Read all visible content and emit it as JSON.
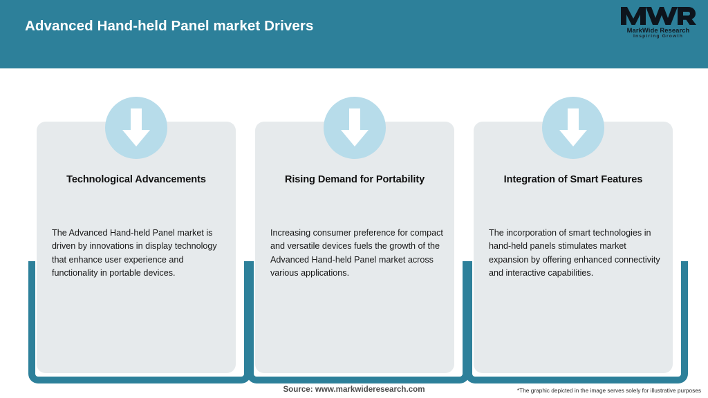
{
  "header": {
    "title": "Advanced Hand-held Panel market Drivers",
    "background_color": "#2d809a"
  },
  "logo": {
    "mark": "MWR",
    "name": "MarkWide Research",
    "tagline": "Inspiring Growth"
  },
  "cards": [
    {
      "icon": "down-arrow-icon",
      "title": "Technological Advancements",
      "body": "The Advanced Hand-held Panel market is driven by innovations in display technology that enhance user experience and functionality in portable devices."
    },
    {
      "icon": "down-arrow-icon",
      "title": "Rising Demand for Portability",
      "body": "Increasing consumer preference for compact and versatile devices fuels the growth of the Advanced Hand-held Panel market across various applications."
    },
    {
      "icon": "down-arrow-icon",
      "title": "Integration of Smart Features",
      "body": "The incorporation of smart technologies in hand-held panels stimulates market expansion by offering enhanced connectivity and interactive capabilities."
    }
  ],
  "footer": {
    "source": "Source: www.markwideresearch.com",
    "disclaimer": "*The graphic depicted in the image serves solely for illustrative purposes"
  },
  "colors": {
    "teal": "#2d809a",
    "circle_blue": "#b7dcea",
    "panel_gray": "#e6eaec",
    "arrow_white": "#ffffff"
  }
}
